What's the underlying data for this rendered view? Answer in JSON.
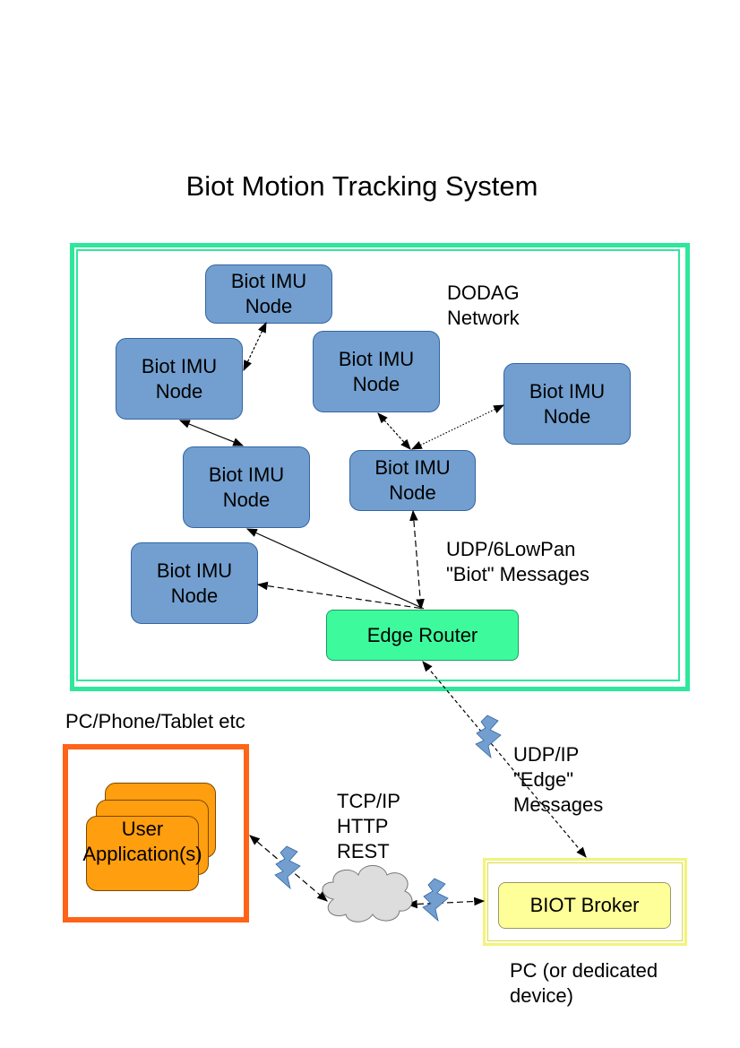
{
  "title": "Biot Motion Tracking System",
  "network": {
    "label": "DODAG\nNetwork",
    "nodes": [
      {
        "label": "Biot IMU\nNode"
      },
      {
        "label": "Biot IMU\nNode"
      },
      {
        "label": "Biot IMU\nNode"
      },
      {
        "label": "Biot IMU\nNode"
      },
      {
        "label": "Biot IMU\nNode"
      },
      {
        "label": "Biot IMU\nNode"
      },
      {
        "label": "Biot IMU\nNode"
      }
    ],
    "udp_label": "UDP/6LowPan\n\"Biot\" Messages",
    "router_label": "Edge Router"
  },
  "device": {
    "label": "PC/Phone/Tablet etc",
    "app_label": "User\nApplication(s)"
  },
  "tcp_label": "TCP/IP\nHTTP\nREST",
  "edge_label": "UDP/IP\n\"Edge\"\nMessages",
  "broker": {
    "label": "BIOT Broker",
    "caption": "PC (or dedicated\ndevice)"
  },
  "colors": {
    "node_fill": "#729fcf",
    "router_fill": "#3dfb9d",
    "network_border": "#2de89b",
    "device_border": "#ff6418",
    "app_fill": "#ff9e0e",
    "broker_fill": "#ffff99",
    "cloud_fill": "#dddddd",
    "wireless_icon": "#729fcf"
  }
}
